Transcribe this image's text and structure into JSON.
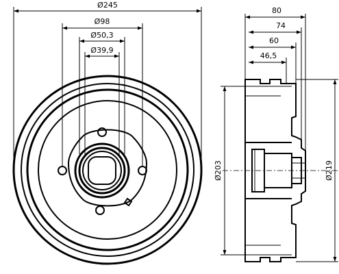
{
  "front_view": {
    "labels": {
      "outer_diameter": "Ø245",
      "bolt_circle": "Ø98",
      "hub_outer": "Ø50,3",
      "hub_inner": "Ø39,9"
    }
  },
  "side_view": {
    "labels": {
      "overall_width": "80",
      "width_74": "74",
      "width_60": "60",
      "width_46_5": "46,5",
      "inner_diameter": "Ø203",
      "outer_diameter": "Ø219"
    }
  }
}
